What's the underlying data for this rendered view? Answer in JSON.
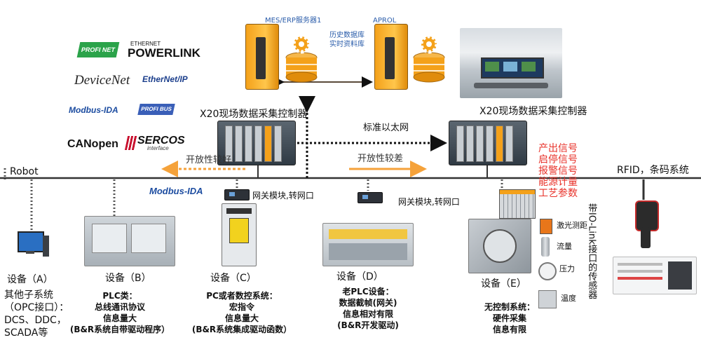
{
  "servers": {
    "mes_label": "MES/ERP服务器1",
    "aprol_label": "APROL",
    "history_db": "历史数据库",
    "realtime_db": "实时资料库"
  },
  "controllers": {
    "left_label": "X20现场数据采集控制器",
    "right_label": "X20现场数据采集控制器",
    "ethernet_label": "标准以太网"
  },
  "openness": {
    "better": "开放性较好",
    "worse": "开放性较差"
  },
  "logos": {
    "profinet": "PROFI NET",
    "powerlink_top": "ETHERNET",
    "powerlink": "POWERLINK",
    "devicenet": "DeviceNet",
    "ethernetip": "EtherNet/IP",
    "modbus1": "Modbus-IDA",
    "profibus": "PROFI BUS",
    "canopen": "CANopen",
    "sercos": "SERCOS",
    "sercos_sub": "interface",
    "modbus2": "Modbus-IDA"
  },
  "robot_label": "Robot",
  "rfid_label": "RFID，条码系统",
  "gateway_c_label": "网关模块,转网口",
  "gateway_d_label": "网关模块,转网口",
  "signals": [
    "产出信号",
    "启停信号",
    "报警信号",
    "能源计量",
    "工艺参数"
  ],
  "sensors": {
    "laser": "激光测距",
    "flow": "流量",
    "pressure": "压力",
    "temperature": "温度",
    "iolink": "带IO-Link接口的传感器"
  },
  "devices": {
    "a": {
      "title": "设备（A）",
      "desc": [
        "其他子系统",
        "（OPC接口）：",
        "DCS、DDC，",
        "SCADA等"
      ]
    },
    "b": {
      "title": "设备（B）",
      "desc": [
        "PLC类：",
        "总线通讯协议",
        "信息量大",
        "(B&R系统自带驱动程序）"
      ]
    },
    "c": {
      "title": "设备（C）",
      "desc": [
        "PC或者数控系统：",
        "宏指令",
        "信息量大",
        "(B&R系统集成驱动函数）"
      ]
    },
    "d": {
      "title": "设备（D）",
      "desc": [
        "老PLC设备：",
        "数据截帧(网关)",
        "信息相对有限",
        "(B&R开发驱动)"
      ]
    },
    "e": {
      "title": "设备（E）",
      "desc": [
        "无控制系统：",
        "硬件采集",
        "信息有限"
      ]
    }
  },
  "colors": {
    "signal_red": "#e8322a",
    "arrow_orange": "#f5a23a",
    "server_orange": "#f4a11a",
    "line_dark": "#333333"
  }
}
